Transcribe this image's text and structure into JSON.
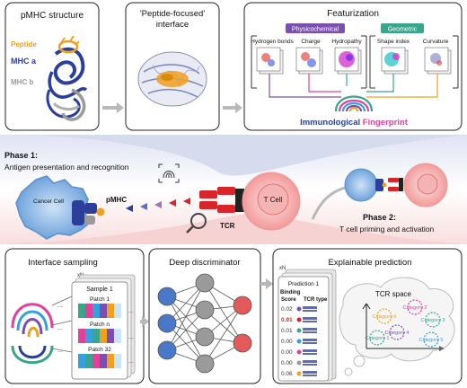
{
  "top": {
    "pmhc": {
      "title": "pMHC structure",
      "legend": [
        {
          "label": "Peptide",
          "color": "#f0a020"
        },
        {
          "label": "MHC a",
          "color": "#2a3e9a"
        },
        {
          "label": "MHC b",
          "color": "#9a9a9a"
        }
      ]
    },
    "interface": {
      "title_line1": "'Peptide-focused'",
      "title_line2": "interface"
    },
    "featurization": {
      "title": "Featurization",
      "physicochemical_label": "Physicochemical",
      "geometric_label": "Geometric",
      "features": [
        "Hydrogen bonds",
        "Charge",
        "Hydropathy",
        "Shape index",
        "Curvature"
      ],
      "fingerprint_word1": "Immunological",
      "fingerprint_word2": "Fingerprint"
    }
  },
  "middle": {
    "phase1_title": "Phase 1:",
    "phase1_subtitle": "Antigen presentation and recognition",
    "cancer_cell": "Cancer Cell",
    "pmhc_label": "pMHC",
    "tcr_label": "TCR",
    "tcell_label": "T Cell",
    "phase2_title": "Phase 2:",
    "phase2_subtitle": "T cell priming and activation"
  },
  "bottom": {
    "sampling": {
      "title": "Interface sampling",
      "n_label": "xN",
      "sample_label": "Sample 1",
      "patches": [
        "Patch 1",
        "Patch n",
        "Patch 32"
      ],
      "ellipsis": "..."
    },
    "discriminator": {
      "title": "Deep discriminator"
    },
    "prediction": {
      "title": "Explainable prediction",
      "n_label": "xN",
      "card_title": "Prediction 1",
      "col1_header_line1": "Binding",
      "col1_header_line2": "Score",
      "col2_header": "TCR type",
      "scores": [
        "0.02",
        "0.91",
        "0.01",
        "0.00",
        "0.00",
        "0.00",
        "0.06"
      ],
      "highlight_index": 1,
      "tcr_space_label": "TCR space",
      "categories": [
        "Category 1",
        "Category 2",
        "Category 3",
        "Category 4",
        "Category 5",
        "Category 6"
      ]
    }
  },
  "colors": {
    "accent_red": "#d9242a",
    "accent_blue": "#2a3e9a",
    "physicochemical": "#7b4fb0",
    "geometric": "#3aa58c",
    "panel_border": "#222222"
  }
}
